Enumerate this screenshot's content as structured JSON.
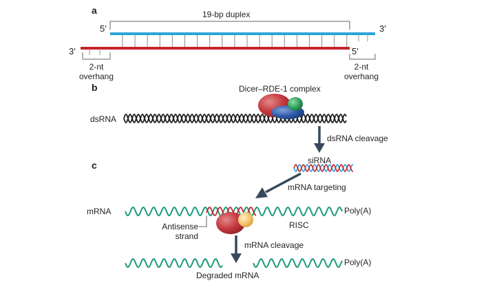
{
  "panels": {
    "a": "a",
    "b": "b",
    "c": "c"
  },
  "panel_a": {
    "duplex_label": "19-bp duplex",
    "top_5prime": "5′",
    "top_3prime": "3′",
    "bottom_3prime": "3′",
    "bottom_5prime": "5′",
    "overhang_left": "2-nt overhang",
    "overhang_right": "2-nt overhang",
    "sense_color": "#2aa3d8",
    "antisense_color": "#c8232c"
  },
  "panel_b": {
    "complex_label": "Dicer–RDE-1 complex",
    "dsrna_label": "dsRNA",
    "arrow_label": "dsRNA cleavage",
    "dsrna_color": "#231f20",
    "complex_colors": {
      "large": "#c4393d",
      "blue": "#2d58a6",
      "green": "#2e9f5a"
    }
  },
  "panel_c": {
    "sirna_label": "siRNA",
    "targeting_label": "mRNA targeting",
    "mrna_label": "mRNA",
    "polya_top": "Poly(A)",
    "antisense_label": "Antisense strand",
    "risc_label": "RISC",
    "cleavage_label": "mRNA cleavage",
    "polya_bottom": "Poly(A)",
    "degraded_label": "Degraded mRNA",
    "mrna_color": "#1a9a7a",
    "risc_colors": {
      "large": "#c4393d",
      "small": "#f3c26b"
    },
    "arrow_color": "#37495a"
  }
}
